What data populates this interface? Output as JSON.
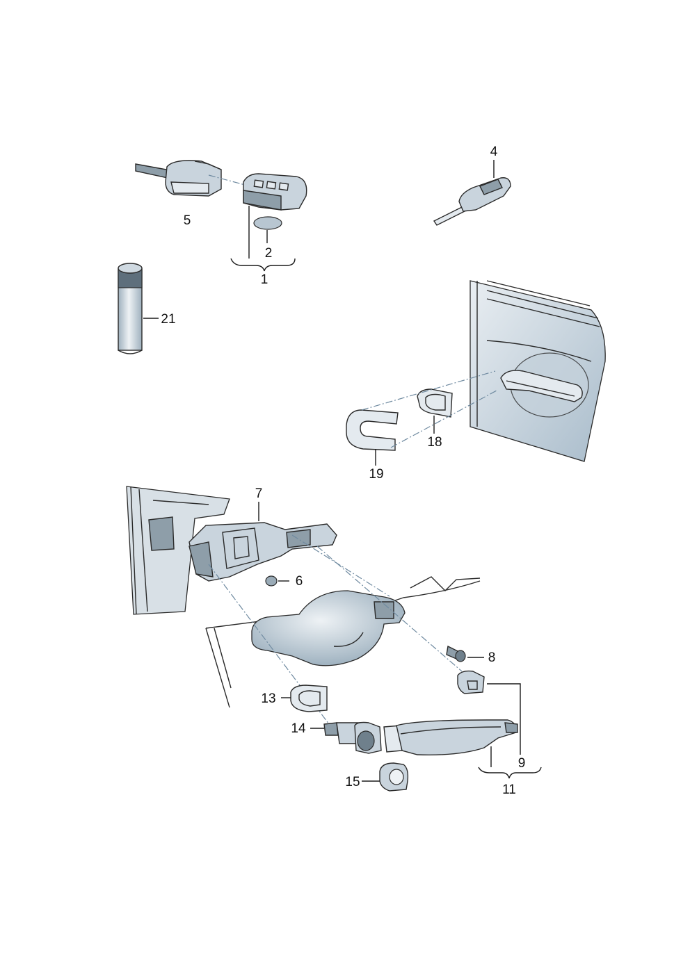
{
  "diagram": {
    "labels": {
      "p1": "1",
      "p2": "2",
      "p4": "4",
      "p5": "5",
      "p6": "6",
      "p7": "7",
      "p8": "8",
      "p9": "9",
      "p11": "11",
      "p13": "13",
      "p14": "14",
      "p15": "15",
      "p18": "18",
      "p19": "19",
      "p21": "21"
    }
  }
}
